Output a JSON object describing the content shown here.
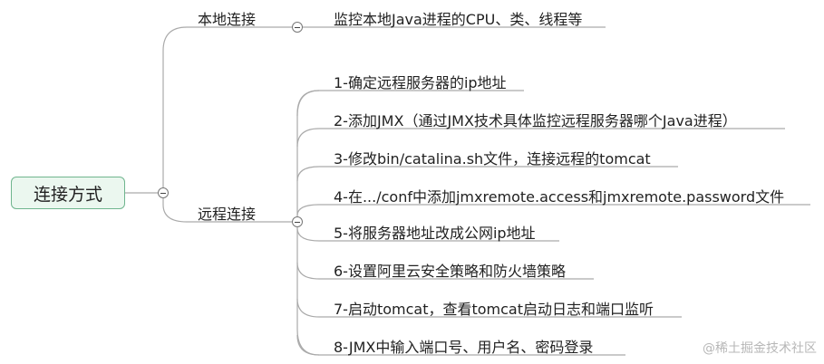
{
  "root": {
    "label": "连接方式"
  },
  "branches": [
    {
      "label": "本地连接",
      "children": [
        "监控本地Java进程的CPU、类、线程等"
      ]
    },
    {
      "label": "远程连接",
      "children": [
        "1-确定远程服务器的ip地址",
        "2-添加JMX（通过JMX技术具体监控远程服务器哪个Java进程）",
        "3-修改bin/catalina.sh文件，连接远程的tomcat",
        "4-在.../conf中添加jmxremote.access和jmxremote.password文件",
        "5-将服务器地址改成公网ip地址",
        "6-设置阿里云安全策略和防火墙策略",
        "7-启动tomcat，查看tomcat启动日志和端口监听",
        "8-JMX中输入端口号、用户名、密码登录"
      ]
    }
  ],
  "watermark": "@稀土掘金技术社区",
  "colors": {
    "line": "#aaaaaa",
    "root_border": "#6fb58e",
    "root_fill": "#ebf7ef"
  }
}
